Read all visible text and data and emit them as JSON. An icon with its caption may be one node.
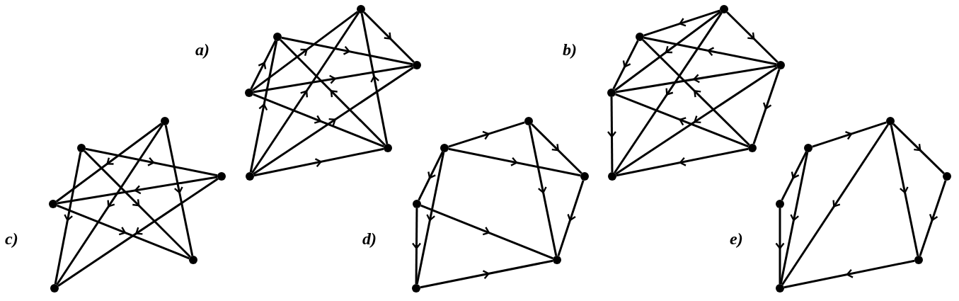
{
  "diagram": {
    "nodes": [
      {
        "text": [],
        "shape": "circle"
      },
      {
        "text": [],
        "shape": "circle"
      },
      {
        "text": [],
        "shape": "circle"
      },
      {
        "text": [],
        "shape": "circle"
      },
      {
        "text": [],
        "shape": "circle"
      },
      {
        "text": [],
        "shape": "circle"
      },
      {
        "text": [],
        "shape": "circle"
      },
      {
        "text": [],
        "shape": "circle"
      },
      {
        "text": [],
        "shape": "circle"
      },
      {
        "text": [],
        "shape": "circle"
      },
      {
        "text": [],
        "shape": "circle"
      },
      {
        "text": [],
        "shape": "circle"
      },
      {
        "text": [],
        "shape": "circle"
      },
      {
        "text": [],
        "shape": "circle"
      },
      {
        "text": [],
        "shape": "circle"
      },
      {
        "text": [],
        "shape": "circle"
      },
      {
        "text": [],
        "shape": "circle"
      },
      {
        "text": [],
        "shape": "circle"
      },
      {
        "text": [],
        "shape": "circle"
      },
      {
        "text": [],
        "shape": "circle"
      },
      {
        "text": [],
        "shape": "circle"
      },
      {
        "text": [],
        "shape": "circle"
      },
      {
        "text": [],
        "shape": "circle"
      },
      {
        "text": [],
        "shape": "circle"
      },
      {
        "text": [],
        "shape": "circle"
      },
      {
        "text": [],
        "shape": "circle"
      },
      {
        "text": [],
        "shape": "circle"
      },
      {
        "text": [],
        "shape": "circle"
      },
      {
        "text": [],
        "shape": "circle"
      },
      {
        "text": [],
        "shape": "circle"
      }
    ],
    "edges": [
      {
        "from": 0,
        "to": 4,
        "arrow": "to"
      },
      {
        "from": 2,
        "to": 4,
        "arrow": "to"
      },
      {
        "from": 6,
        "to": 0,
        "arrow": "to"
      },
      {
        "from": 6,
        "to": 2,
        "arrow": "to"
      },
      {
        "from": 6,
        "to": 4,
        "arrow": "to"
      },
      {
        "from": 12,
        "to": 2,
        "arrow": "to"
      },
      {
        "from": 12,
        "to": 0,
        "arrow": "to"
      },
      {
        "from": 17,
        "to": 2,
        "arrow": "to"
      },
      {
        "from": 6,
        "to": 12,
        "arrow": "to"
      },
      {
        "from": 17,
        "to": 4,
        "arrow": "to"
      },
      {
        "from": 17,
        "to": 12,
        "arrow": "to"
      },
      {
        "from": 17,
        "to": 0,
        "arrow": "to"
      },
      {
        "from": 1,
        "to": 3,
        "arrow": "to"
      },
      {
        "from": 1,
        "to": 5,
        "arrow": "to"
      },
      {
        "from": 5,
        "to": 3,
        "arrow": "to"
      },
      {
        "from": 1,
        "to": 7,
        "arrow": "to"
      },
      {
        "from": 3,
        "to": 7,
        "arrow": "to"
      },
      {
        "from": 5,
        "to": 7,
        "arrow": "to"
      },
      {
        "from": 14,
        "to": 3,
        "arrow": "to"
      },
      {
        "from": 1,
        "to": 19,
        "arrow": "to"
      },
      {
        "from": 5,
        "to": 14,
        "arrow": "to"
      },
      {
        "from": 14,
        "to": 7,
        "arrow": "to"
      },
      {
        "from": 5,
        "to": 19,
        "arrow": "to"
      },
      {
        "from": 7,
        "to": 19,
        "arrow": "to"
      },
      {
        "from": 14,
        "to": 19,
        "arrow": "to"
      },
      {
        "from": 11,
        "to": 16,
        "arrow": "to"
      },
      {
        "from": 8,
        "to": 21,
        "arrow": "to"
      },
      {
        "from": 16,
        "to": 21,
        "arrow": "to"
      },
      {
        "from": 8,
        "to": 24,
        "arrow": "to"
      },
      {
        "from": 11,
        "to": 24,
        "arrow": "to"
      },
      {
        "from": 8,
        "to": 27,
        "arrow": "to"
      },
      {
        "from": 11,
        "to": 27,
        "arrow": "to"
      },
      {
        "from": 21,
        "to": 24,
        "arrow": "to"
      },
      {
        "from": 16,
        "to": 27,
        "arrow": "to"
      },
      {
        "from": 13,
        "to": 9,
        "arrow": "to"
      },
      {
        "from": 9,
        "to": 18,
        "arrow": "to"
      },
      {
        "from": 13,
        "to": 18,
        "arrow": "to"
      },
      {
        "from": 9,
        "to": 25,
        "arrow": "to"
      },
      {
        "from": 13,
        "to": 22,
        "arrow": "to"
      },
      {
        "from": 13,
        "to": 28,
        "arrow": "to"
      },
      {
        "from": 18,
        "to": 25,
        "arrow": "to"
      },
      {
        "from": 22,
        "to": 25,
        "arrow": "to"
      },
      {
        "from": 22,
        "to": 28,
        "arrow": "to"
      },
      {
        "from": 28,
        "to": 25,
        "arrow": "to"
      },
      {
        "from": 15,
        "to": 10,
        "arrow": "to"
      },
      {
        "from": 10,
        "to": 20,
        "arrow": "to"
      },
      {
        "from": 10,
        "to": 29,
        "arrow": "to"
      },
      {
        "from": 10,
        "to": 26,
        "arrow": "to"
      },
      {
        "from": 15,
        "to": 23,
        "arrow": "to"
      },
      {
        "from": 15,
        "to": 29,
        "arrow": "to"
      },
      {
        "from": 20,
        "to": 26,
        "arrow": "to"
      },
      {
        "from": 23,
        "to": 29,
        "arrow": "to"
      },
      {
        "from": 26,
        "to": 29,
        "arrow": "to"
      }
    ],
    "labels": [
      "a)",
      "b)",
      "c)",
      "d)",
      "e)"
    ]
  }
}
